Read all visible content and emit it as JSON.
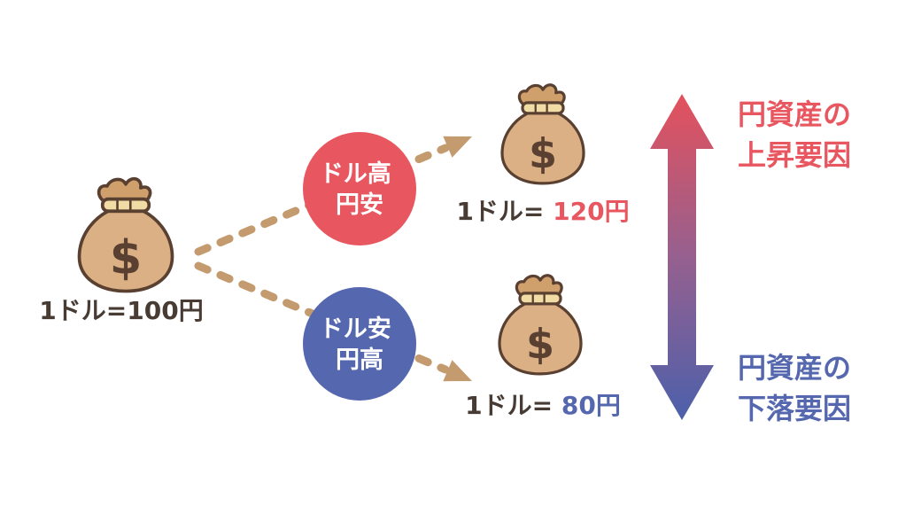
{
  "figure": {
    "bag_symbol": "$",
    "start_label": "1ドル=100円",
    "branch_up": {
      "bubble_line1": "ドル高",
      "bubble_line2": "円安",
      "result_prefix": "1ドル=",
      "result_value": "120円"
    },
    "branch_down": {
      "bubble_line1": "ドル安",
      "bubble_line2": "円高",
      "result_prefix": "1ドル=",
      "result_value": "80円"
    },
    "axis_labels": {
      "up_line1": "円資産の",
      "up_line2": "上昇要因",
      "down_line1": "円資産の",
      "down_line2": "下落要因"
    },
    "colors": {
      "red": "#e8565f",
      "blue": "#5568af",
      "tan_arrow": "#c49a6f",
      "bag_fill": "#dcb085",
      "bag_ruffle": "#cfa06c",
      "bag_band": "#f1dca6",
      "bag_outline": "#594031",
      "text_dark": "#473b33",
      "gradient_top": "#e4515c",
      "gradient_mid": "#96608f",
      "gradient_bottom": "#4c60ab"
    }
  }
}
